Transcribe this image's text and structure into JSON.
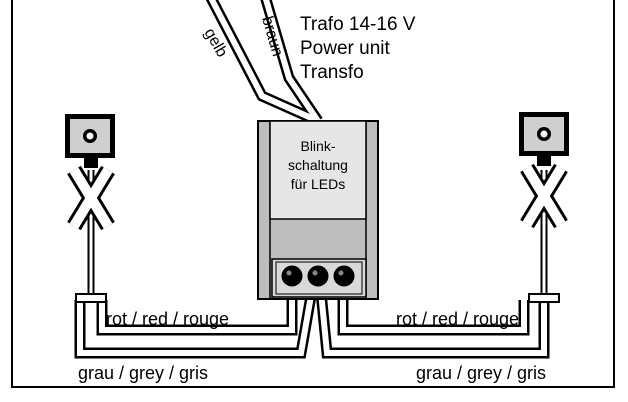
{
  "power_supply": {
    "lines": [
      "Trafo 14-16 V",
      "Power unit",
      "Transfo"
    ]
  },
  "wires": {
    "yellow": "gelb",
    "brown": "braun",
    "red": "rot / red / rouge",
    "grey": "grau / grey / gris"
  },
  "module": {
    "lines": [
      "Blink-",
      "schaltung",
      "für LEDs"
    ]
  },
  "colors": {
    "stroke": "#000000",
    "module_body": "#bdbdbd",
    "module_top": "#e6e6e6",
    "terminal_block": "#d9d9d9",
    "lamp_gray": "#cfcfcf",
    "background": "#ffffff"
  }
}
